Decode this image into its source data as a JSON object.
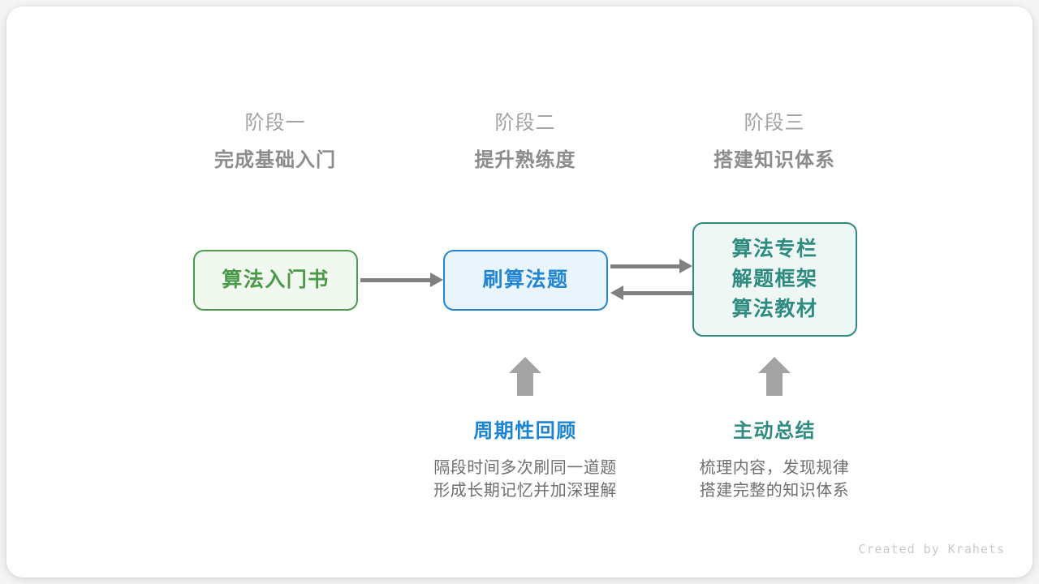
{
  "canvas": {
    "background_color": "#f4f4f4",
    "card_color": "#ffffff"
  },
  "stages": [
    {
      "label": "阶段一",
      "title": "完成基础入门"
    },
    {
      "label": "阶段二",
      "title": "提升熟练度"
    },
    {
      "label": "阶段三",
      "title": "搭建知识体系"
    }
  ],
  "nodes": {
    "book": {
      "lines": [
        "算法入门书"
      ],
      "border_color": "#4f9a4f",
      "fill_color": "#f0f8ef",
      "text_color": "#4a9a4a"
    },
    "practice": {
      "lines": [
        "刷算法题"
      ],
      "border_color": "#2186d4",
      "fill_color": "#eaf4fd",
      "text_color": "#2186d4"
    },
    "system": {
      "lines": [
        "算法专栏",
        "解题框架",
        "算法教材"
      ],
      "border_color": "#2d8b80",
      "fill_color": "#eff7f5",
      "text_color": "#2d8b80"
    }
  },
  "arrows": {
    "color": "#808080",
    "book_to_practice": "right",
    "practice_to_system": "right",
    "system_to_practice": "left",
    "up_review": "up",
    "up_summary": "up"
  },
  "notes": [
    {
      "title": "周期性回顾",
      "title_color": "#1a83d4",
      "desc_lines": [
        "隔段时间多次刷同一道题",
        "形成长期记忆并加深理解"
      ]
    },
    {
      "title": "主动总结",
      "title_color": "#2d8b80",
      "desc_lines": [
        "梳理内容，发现规律",
        "搭建完整的知识体系"
      ]
    }
  ],
  "footer": {
    "credit": "Created by Krahets"
  }
}
